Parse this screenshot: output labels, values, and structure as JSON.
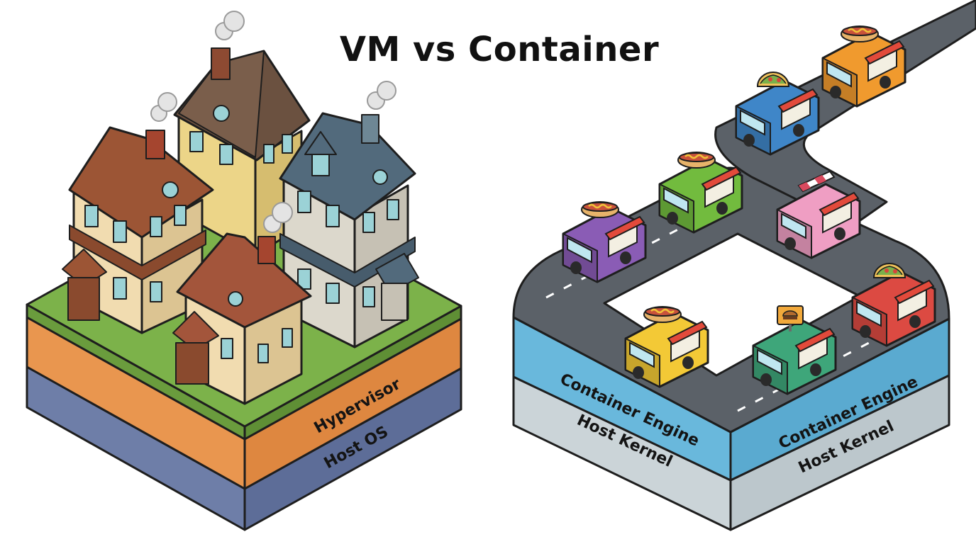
{
  "title": "VM vs Container",
  "vm_stack": {
    "labels": {
      "top_layer": "Hypervisor",
      "bottom_layer": "Host OS"
    },
    "colors": {
      "grass": "#7cb24a",
      "hypervisor": "#e9964f",
      "host_os": "#6e7ea8"
    },
    "houses": [
      {
        "name": "brown-roof-house",
        "roof": "#9c5535",
        "wall": "#f1dcb0"
      },
      {
        "name": "yellow-house",
        "roof": "#6b5140",
        "wall": "#ecd588"
      },
      {
        "name": "blue-roof-house",
        "roof": "#526a7c",
        "wall": "#dcd8cc"
      },
      {
        "name": "small-front-house",
        "roof": "#a3553b",
        "wall": "#f1dcb0"
      }
    ]
  },
  "container_stack": {
    "labels": {
      "engine_left": "Container Engine",
      "kernel_left": "Host Kernel",
      "engine_right": "Container Engine",
      "kernel_right": "Host Kernel"
    },
    "colors": {
      "road": "#5b6168",
      "engine": "#69b8dc",
      "kernel": "#cbd4d8"
    },
    "trucks": [
      {
        "name": "orange-hotdog-truck",
        "color": "#f09a2e",
        "food": "hotdog-icon"
      },
      {
        "name": "blue-taco-truck",
        "color": "#3f86c8",
        "food": "taco-icon"
      },
      {
        "name": "green-hotdog-truck",
        "color": "#72bb3e",
        "food": "hotdog-icon"
      },
      {
        "name": "pink-truck",
        "color": "#ef9ec3",
        "food": "awning-icon"
      },
      {
        "name": "purple-hotdog-truck",
        "color": "#8a5cb5",
        "food": "hotdog-icon"
      },
      {
        "name": "red-taco-truck",
        "color": "#dc4a42",
        "food": "taco-icon"
      },
      {
        "name": "yellow-hotdog-truck",
        "color": "#f3c936",
        "food": "hotdog-icon"
      },
      {
        "name": "teal-burger-truck",
        "color": "#3ea67a",
        "food": "burger-sign-icon"
      }
    ]
  }
}
